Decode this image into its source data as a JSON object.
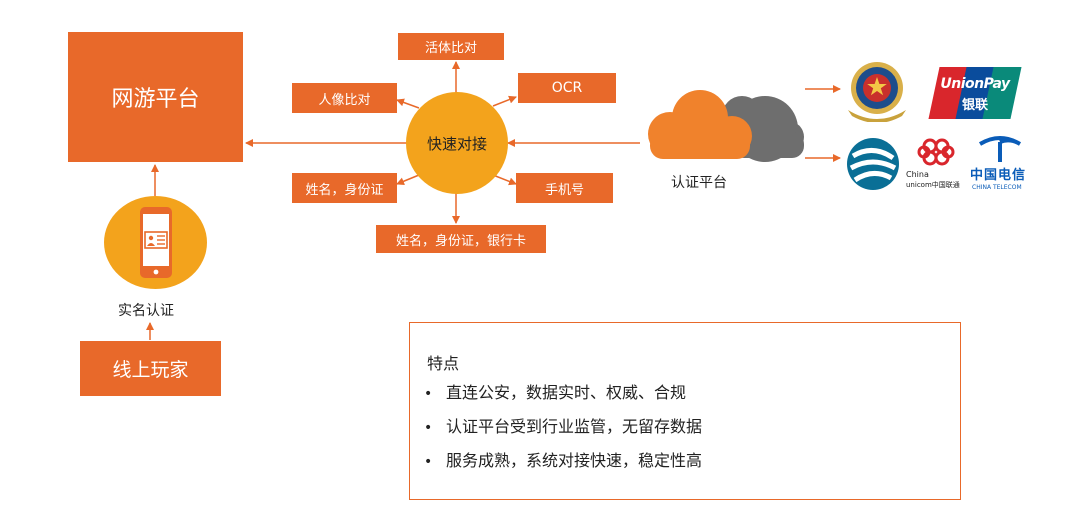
{
  "nodes": {
    "game_platform": "网游平台",
    "realname_auth": "实名认证",
    "online_player": "线上玩家",
    "fast_docking": "快速对接",
    "auth_platform": "认证平台"
  },
  "methods": {
    "liveness": "活体比对",
    "ocr": "OCR",
    "portrait": "人像比对",
    "phone": "手机号",
    "name_id": "姓名，身份证",
    "name_id_card": "姓名，身份证，银行卡"
  },
  "logos": {
    "police": "police-emblem",
    "unionpay_en": "UnionPay",
    "unionpay_cn": "银联",
    "china_mobile": "china-mobile",
    "unicom_en1": "China",
    "unicom_en2": "unicom中国联通",
    "telecom_cn": "中国电信",
    "telecom_en": "CHINA TELECOM"
  },
  "features": {
    "title": "特点",
    "items": [
      "直连公安，数据实时、权威、合规",
      "认证平台受到行业监管，无留存数据",
      "服务成熟，系统对接快速，稳定性高"
    ]
  },
  "colors": {
    "accent": "#e8692a",
    "hub": "#f3a31c",
    "cloud_gray": "#6e6e6e"
  }
}
